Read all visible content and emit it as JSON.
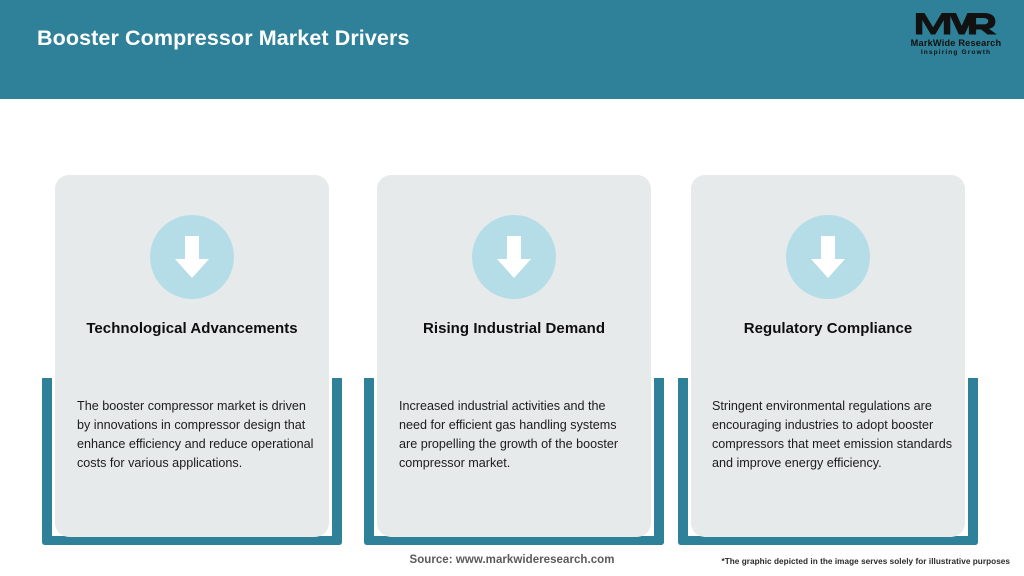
{
  "header": {
    "title": "Booster Compressor Market Drivers",
    "background_color": "#2e8198",
    "title_color": "#ffffff"
  },
  "logo": {
    "mark": "MWR",
    "name": "MarkWide Research",
    "tagline": "Inspiring Growth"
  },
  "theme": {
    "accent_teal": "#2e8198",
    "card_background": "#e6eaeb",
    "icon_bubble": "#b5dde8",
    "icon_arrow": "#ffffff",
    "page_background": "#ffffff"
  },
  "cards": [
    {
      "icon": "arrow-down-icon",
      "title": "Technological Advancements",
      "body": "The booster compressor market is driven by innovations in compressor design that enhance efficiency and reduce operational costs for various applications."
    },
    {
      "icon": "arrow-down-icon",
      "title": "Rising Industrial Demand",
      "body": "Increased industrial activities and the need for efficient gas handling systems are propelling the growth of the booster compressor market."
    },
    {
      "icon": "arrow-down-icon",
      "title": "Regulatory Compliance",
      "body": "Stringent environmental regulations are encouraging industries to adopt booster compressors that meet emission standards and improve energy efficiency."
    }
  ],
  "footer": {
    "source": "Source: www.markwideresearch.com",
    "disclaimer": "*The graphic depicted in the image serves solely for illustrative purposes"
  }
}
